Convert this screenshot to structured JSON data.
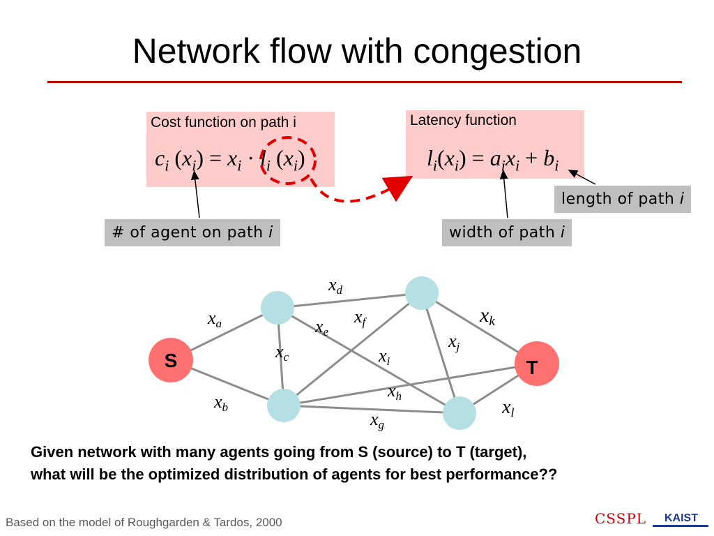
{
  "slide": {
    "title": "Network flow with congestion",
    "cost_box": {
      "label": "Cost function on path i"
    },
    "latency_box": {
      "label": "Latency function"
    },
    "callouts": {
      "agents": "# of agent on path ",
      "agents_var": "i",
      "width": "width of path ",
      "width_var": "i",
      "length": "length of path ",
      "length_var": "i"
    },
    "graph": {
      "source_label": "S",
      "target_label": "T",
      "edge_vars": [
        "a",
        "b",
        "c",
        "d",
        "e",
        "f",
        "g",
        "h",
        "i",
        "j",
        "k",
        "l"
      ],
      "x_symbol": "x"
    },
    "question_line1": "Given network with many agents going from S (source) to T (target),",
    "question_line2": "what will be the optimized distribution of agents for best performance??",
    "footer": "Based on the model of Roughgarden & Tardos, 2000",
    "logo_left": "CSSPL",
    "logo_right": "KAIST"
  },
  "colors": {
    "accent_rule": "#c00000",
    "pink_box": "#ffcccc",
    "gray_label": "#bfbfbf",
    "node_fill": "#b4e0e4",
    "terminal_fill": "#ff7070",
    "edge": "#8c8c8c",
    "dashed_arrow": "#e00000"
  }
}
